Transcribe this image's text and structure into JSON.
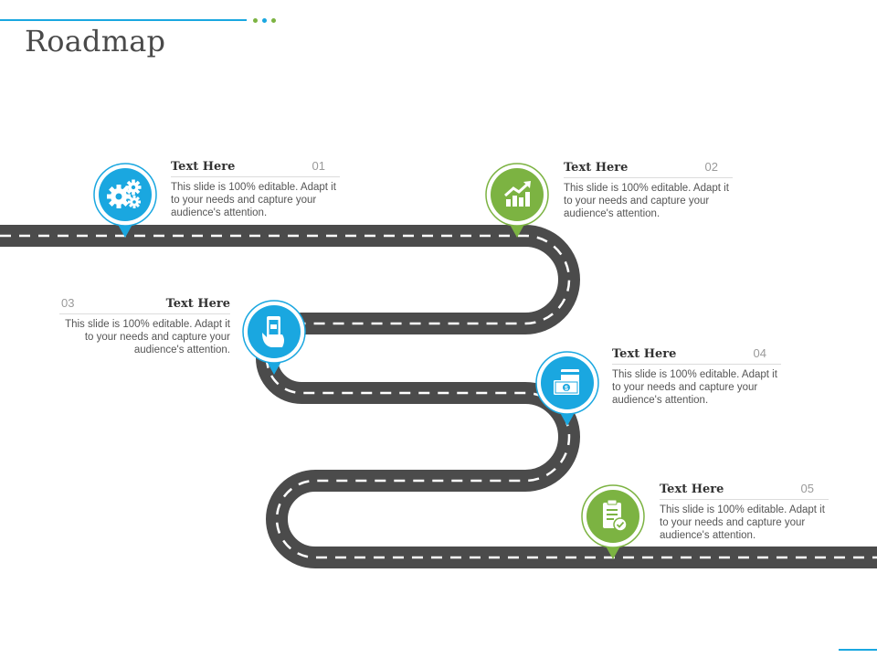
{
  "slide": {
    "title": "Roadmap",
    "accent_blue": "#1aa7e0",
    "accent_green": "#7cb342",
    "road_color": "#4b4b4b",
    "road_marking_color": "#ffffff"
  },
  "milestones": [
    {
      "number": "01",
      "heading": "Text Here",
      "text": "This slide is 100% editable. Adapt it to your needs and capture your audience's attention.",
      "icon": "gears-icon",
      "color": "#1aa7e0"
    },
    {
      "number": "02",
      "heading": "Text Here",
      "text": "This slide is 100% editable. Adapt it to your needs and capture your audience's attention.",
      "icon": "growth-chart-icon",
      "color": "#7cb342"
    },
    {
      "number": "03",
      "heading": "Text Here",
      "text": "This slide is 100% editable. Adapt it to your needs and capture your audience's attention.",
      "icon": "mobile-payment-icon",
      "color": "#1aa7e0"
    },
    {
      "number": "04",
      "heading": "Text Here",
      "text": "This slide is 100% editable. Adapt it to your needs and capture your audience's attention.",
      "icon": "cash-card-icon",
      "color": "#1aa7e0"
    },
    {
      "number": "05",
      "heading": "Text Here",
      "text": "This slide is 100% editable. Adapt it to your needs and capture your audience's attention.",
      "icon": "clipboard-check-icon",
      "color": "#7cb342"
    }
  ]
}
